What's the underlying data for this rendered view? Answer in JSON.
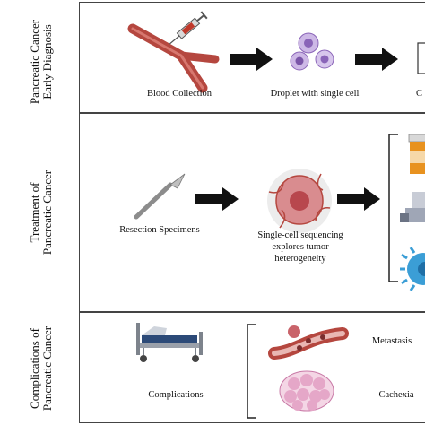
{
  "rows": [
    {
      "label_line1": "Pancreatic Cancer",
      "label_line2": "Early Diagnosis",
      "steps": [
        {
          "caption": "Blood Collection",
          "icon": "blood-vessel-syringe-icon"
        },
        {
          "caption": "Droplet with single cell",
          "icon": "cells-icon"
        },
        {
          "caption": "C",
          "icon": "partial-box-icon"
        }
      ]
    },
    {
      "label_line1": "Treatment of",
      "label_line2": "Pancreatic Cancer",
      "steps": [
        {
          "caption": "Resection Specimens",
          "icon": "scalpel-icon"
        },
        {
          "caption_line1": "Single-cell sequencing",
          "caption_line2": "explores tumor",
          "caption_line3": "heterogeneity",
          "icon": "tumor-cell-icon"
        }
      ],
      "outcomes_icons": [
        "pill-bottle-icon",
        "lab-equipment-icon",
        "immune-cell-icon"
      ]
    },
    {
      "label_line1": "Complications of",
      "label_line2": "Pancreatic Cancer",
      "steps": [
        {
          "caption": "Complications",
          "icon": "hospital-bed-icon"
        }
      ],
      "outcomes": [
        {
          "caption": "Metastasis",
          "icon": "blood-vessel-metastasis-icon"
        },
        {
          "caption": "Cachexia",
          "icon": "muscle-tissue-icon"
        }
      ]
    }
  ],
  "colors": {
    "vessel": "#b5473f",
    "arrow": "#111111",
    "cell_purple": "#8a64b8",
    "tumor": "#c9636a",
    "pill_orange": "#e8921f",
    "immune_blue": "#3b9ed6",
    "tissue_pink": "#e5a7c8"
  }
}
